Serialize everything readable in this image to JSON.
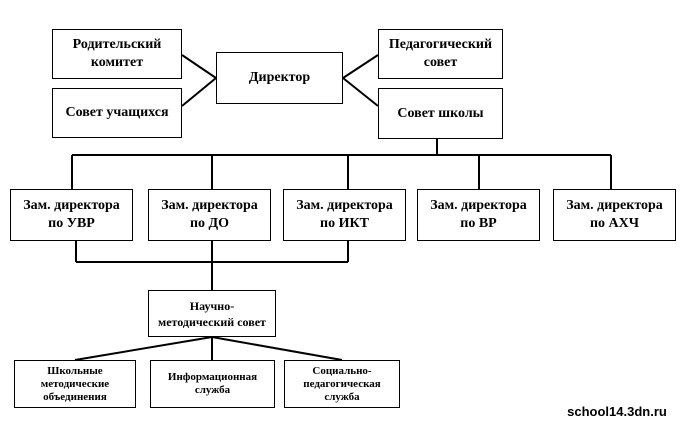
{
  "chart": {
    "parents": "Родительский комитет",
    "students": "Совет учащихся",
    "director": "Директор",
    "ped_council": "Педагогический совет",
    "school_council": "Совет школы",
    "dep_uvr": "Зам. директора\nпо УВР",
    "dep_do": "Зам. директора\nпо ДО",
    "dep_ikt": "Зам. директора\nпо ИКТ",
    "dep_vr": "Зам. директора\nпо ВР",
    "dep_ahch": "Зам. директора\nпо АХЧ",
    "scientific": "Научно-\nметодический совет",
    "school_assoc": "Школьные\nметодические\nобъединения",
    "info_service": "Информационная\nслужба",
    "social_service": "Социально-\nпедагогическая\nслужба"
  },
  "watermark": "school14.3dn.ru"
}
